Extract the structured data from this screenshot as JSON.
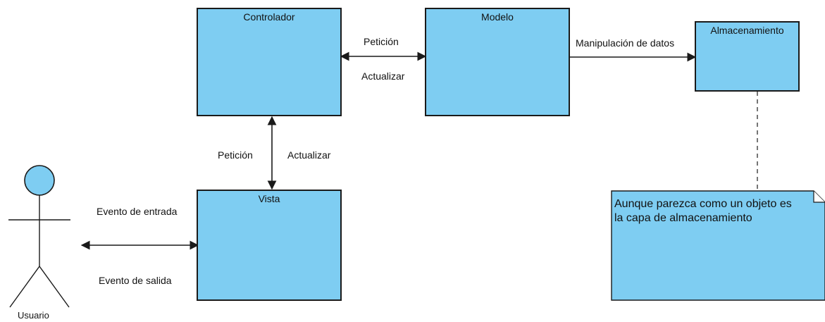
{
  "diagram": {
    "boxes": {
      "controlador": "Controlador",
      "modelo": "Modelo",
      "almacenamiento": "Almacenamiento",
      "vista": "Vista"
    },
    "edges": {
      "ctrl_modelo_top": "Petición",
      "ctrl_modelo_bottom": "Actualizar",
      "modelo_almac": "Manipulación de datos",
      "ctrl_vista_left": "Petición",
      "ctrl_vista_right": "Actualizar",
      "usuario_vista_top": "Evento de entrada",
      "usuario_vista_bottom": "Evento de salida"
    },
    "actor": {
      "name": "Usuario"
    },
    "note": {
      "line1": "Aunque parezca como un objeto es",
      "line2": "la capa de almacenamiento"
    },
    "colors": {
      "box_fill": "#7ecdf2",
      "stroke": "#1a1a1a"
    }
  }
}
